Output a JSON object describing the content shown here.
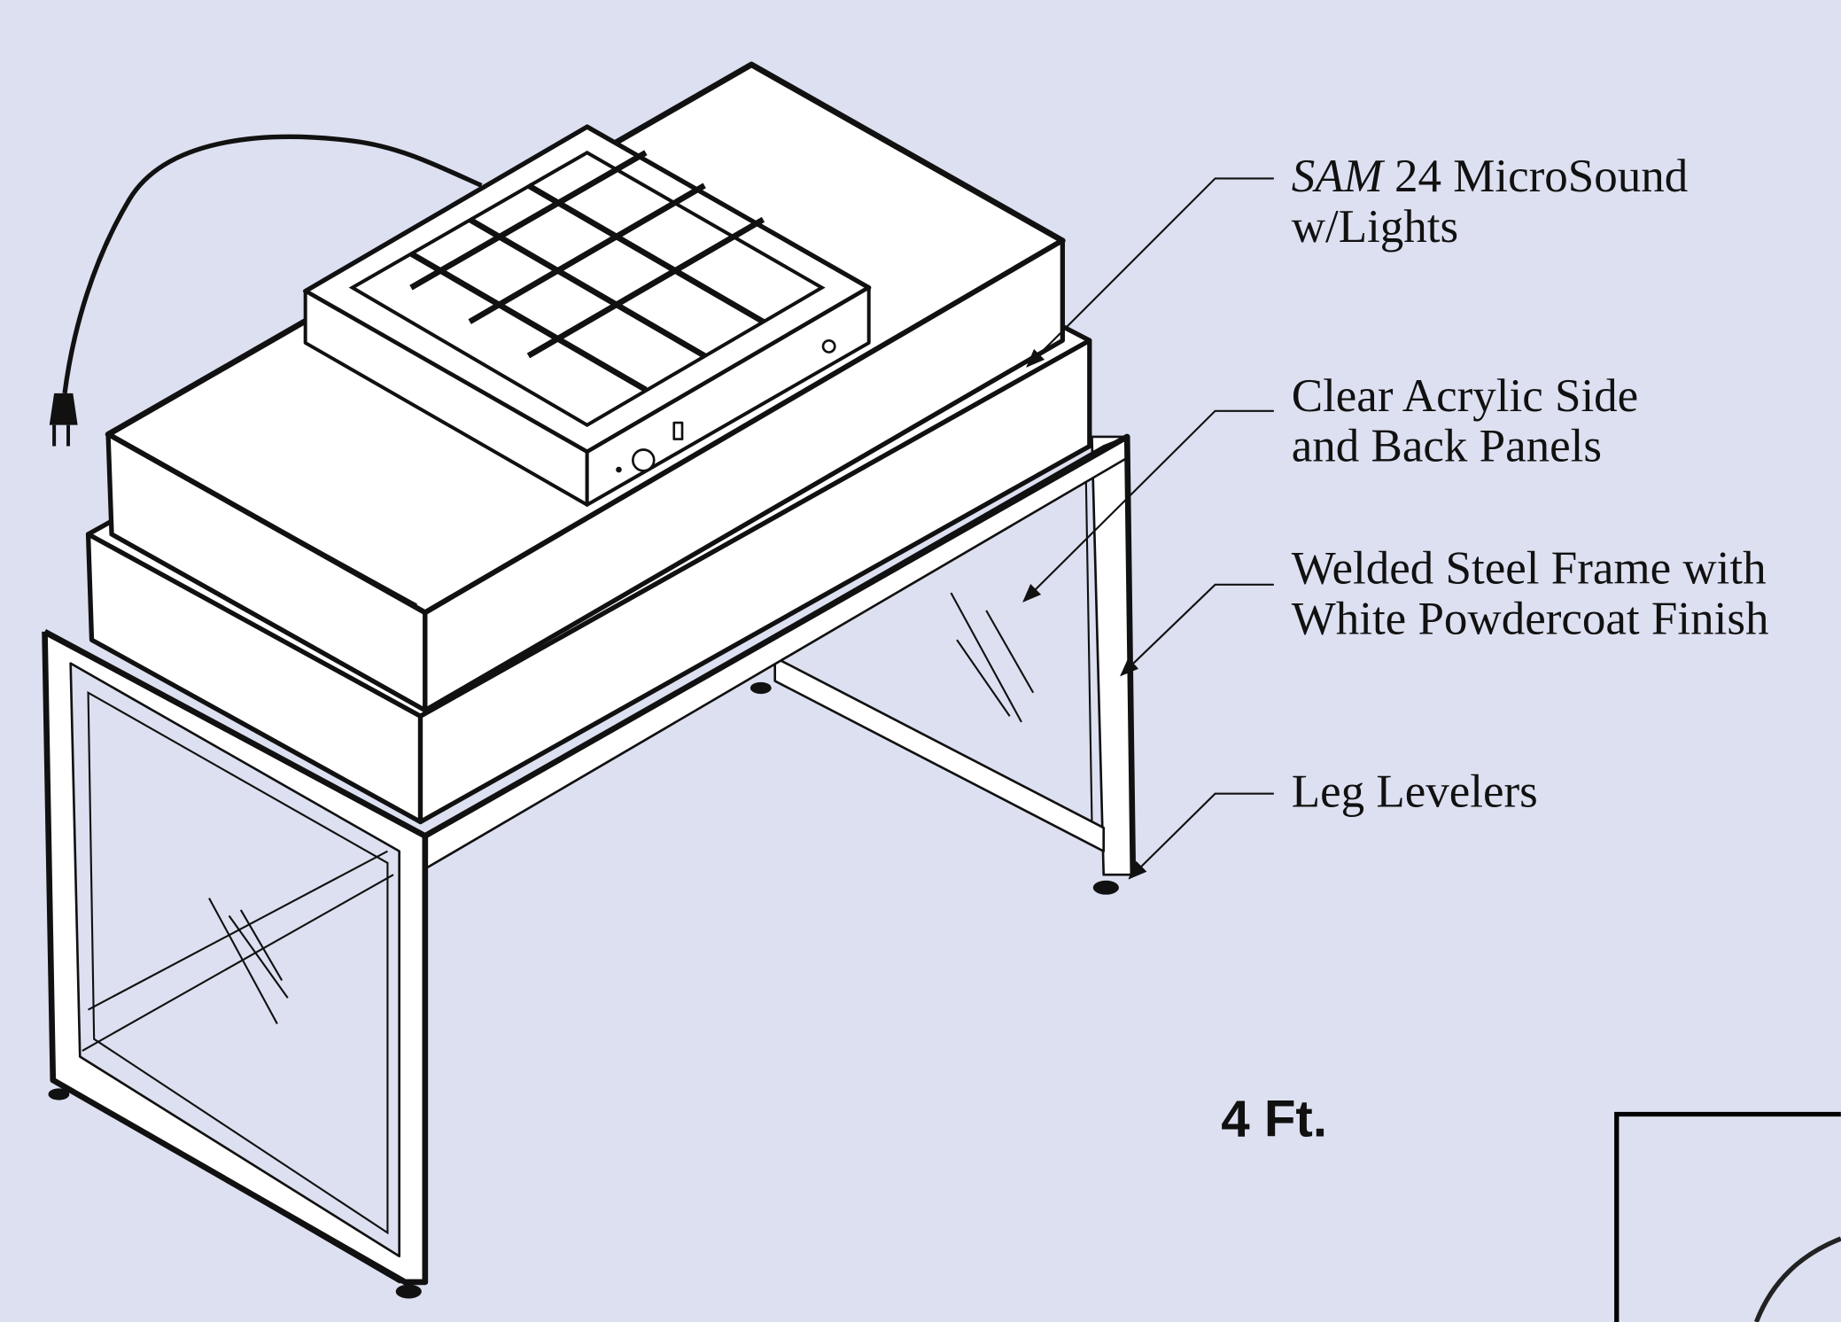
{
  "labels": {
    "fan_unit_italic": "SAM",
    "fan_unit_rest": " 24 MicroSound",
    "fan_unit_line2": "w/Lights",
    "panels_line1": "Clear Acrylic Side",
    "panels_line2": "and Back Panels",
    "frame_line1": "Welded Steel Frame with",
    "frame_line2": "White Powdercoat Finish",
    "levelers": "Leg Levelers"
  },
  "size_label": "4 Ft.",
  "colors": {
    "background": "#dde0f0",
    "line": "#111111"
  }
}
